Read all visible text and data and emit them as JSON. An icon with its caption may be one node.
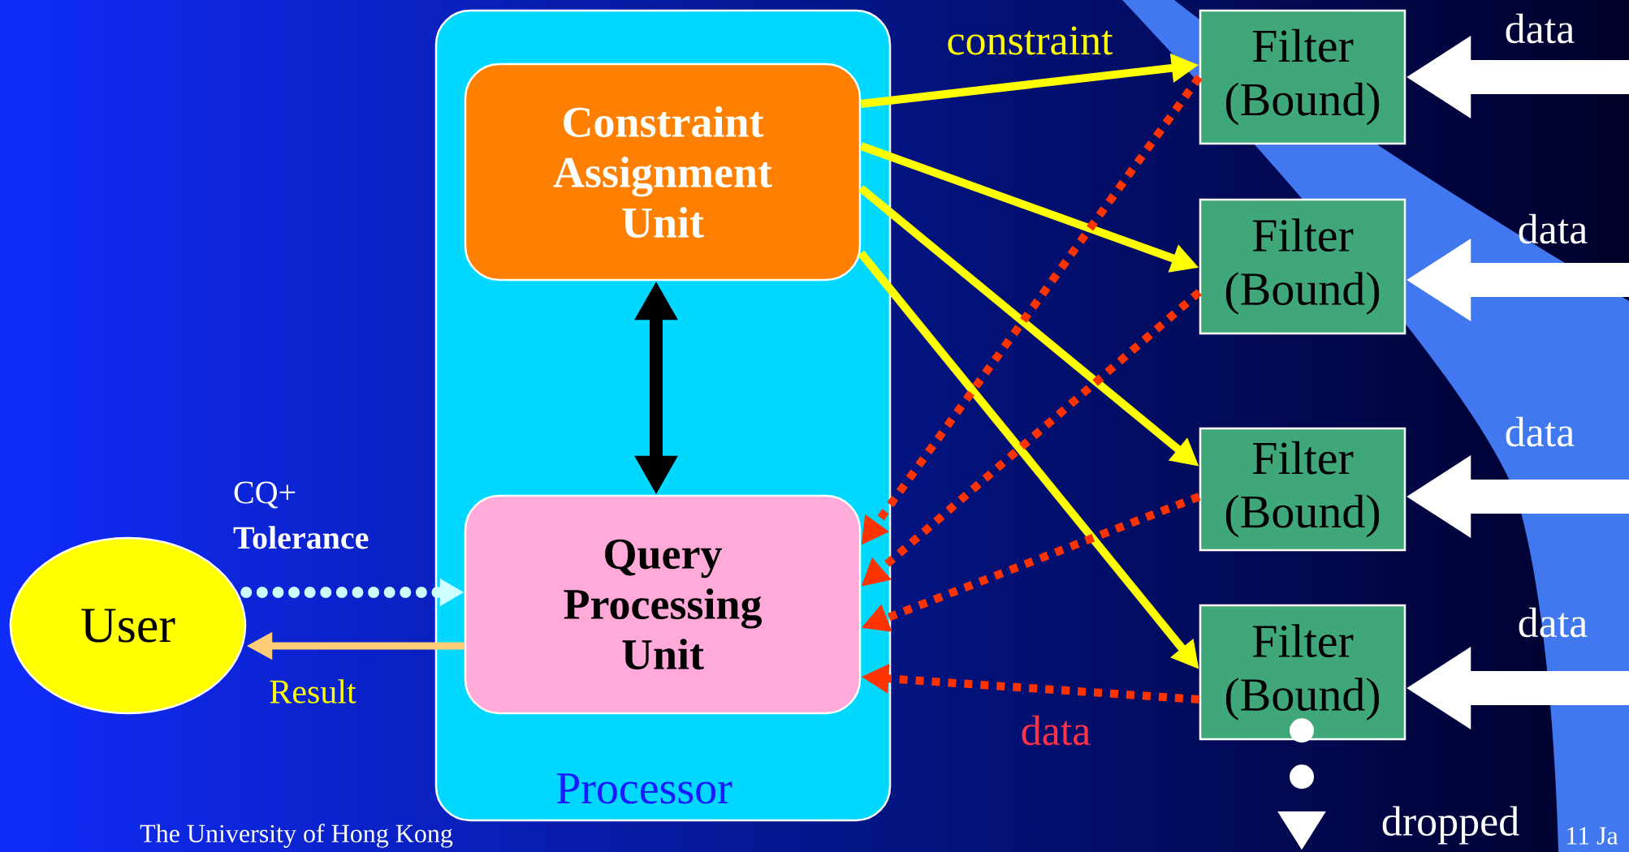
{
  "diagram": {
    "nodes": [
      {
        "text": [
          "Processor"
        ]
      },
      {
        "text": [
          "Constraint Assignment Unit"
        ],
        "in": 0
      },
      {
        "text": [
          "Query Processing Unit"
        ],
        "in": 0
      },
      {
        "text": [
          "User"
        ]
      },
      {
        "text": [
          "Filter (Bound)"
        ]
      },
      {
        "text": [
          "Filter (Bound)"
        ]
      },
      {
        "text": [
          "Filter (Bound)"
        ]
      },
      {
        "text": [
          "Filter (Bound)"
        ]
      }
    ],
    "edges": [
      {
        "from": 1,
        "to": 4,
        "arrow": "to",
        "label": "constraint",
        "color": "#ffff00"
      },
      {
        "from": 1,
        "to": 5,
        "arrow": "to",
        "color": "#ffff00"
      },
      {
        "from": 1,
        "to": 6,
        "arrow": "to",
        "color": "#ffff00"
      },
      {
        "from": 1,
        "to": 7,
        "arrow": "to",
        "color": "#ffff00"
      },
      {
        "from": 4,
        "to": 2,
        "arrow": "to",
        "style": "dashed",
        "color": "#ff3300"
      },
      {
        "from": 5,
        "to": 2,
        "arrow": "to",
        "style": "dashed",
        "color": "#ff3300"
      },
      {
        "from": 6,
        "to": 2,
        "arrow": "to",
        "style": "dashed",
        "color": "#ff3300"
      },
      {
        "from": 7,
        "to": 2,
        "arrow": "to",
        "label": "data",
        "style": "dashed",
        "color": "#ff3300"
      },
      {
        "from": 1,
        "to": 2,
        "arrow": "both",
        "color": "#000000"
      },
      {
        "from": 3,
        "to": 2,
        "arrow": "to",
        "label": "CQ+ **Tolerance**",
        "style": "dashed",
        "color": "#ccffff"
      },
      {
        "from": 2,
        "to": 3,
        "arrow": "to",
        "label": "Result",
        "color": "#ffcc77"
      },
      {
        "from": null,
        "to": 4,
        "arrow": "to",
        "label": "data",
        "style": "thick",
        "color": "#ffffff"
      },
      {
        "from": null,
        "to": 5,
        "arrow": "to",
        "label": "data",
        "style": "thick",
        "color": "#ffffff"
      },
      {
        "from": null,
        "to": 6,
        "arrow": "to",
        "label": "data",
        "style": "thick",
        "color": "#ffffff"
      },
      {
        "from": null,
        "to": 7,
        "arrow": "to",
        "label": "data",
        "style": "thick",
        "color": "#ffffff"
      },
      {
        "from": 7,
        "to": null,
        "arrow": "to",
        "style": "dashed",
        "color": "#ffffff"
      }
    ],
    "labels": [
      "dropped",
      "The University of Hong Kong",
      "11 Ja"
    ]
  }
}
